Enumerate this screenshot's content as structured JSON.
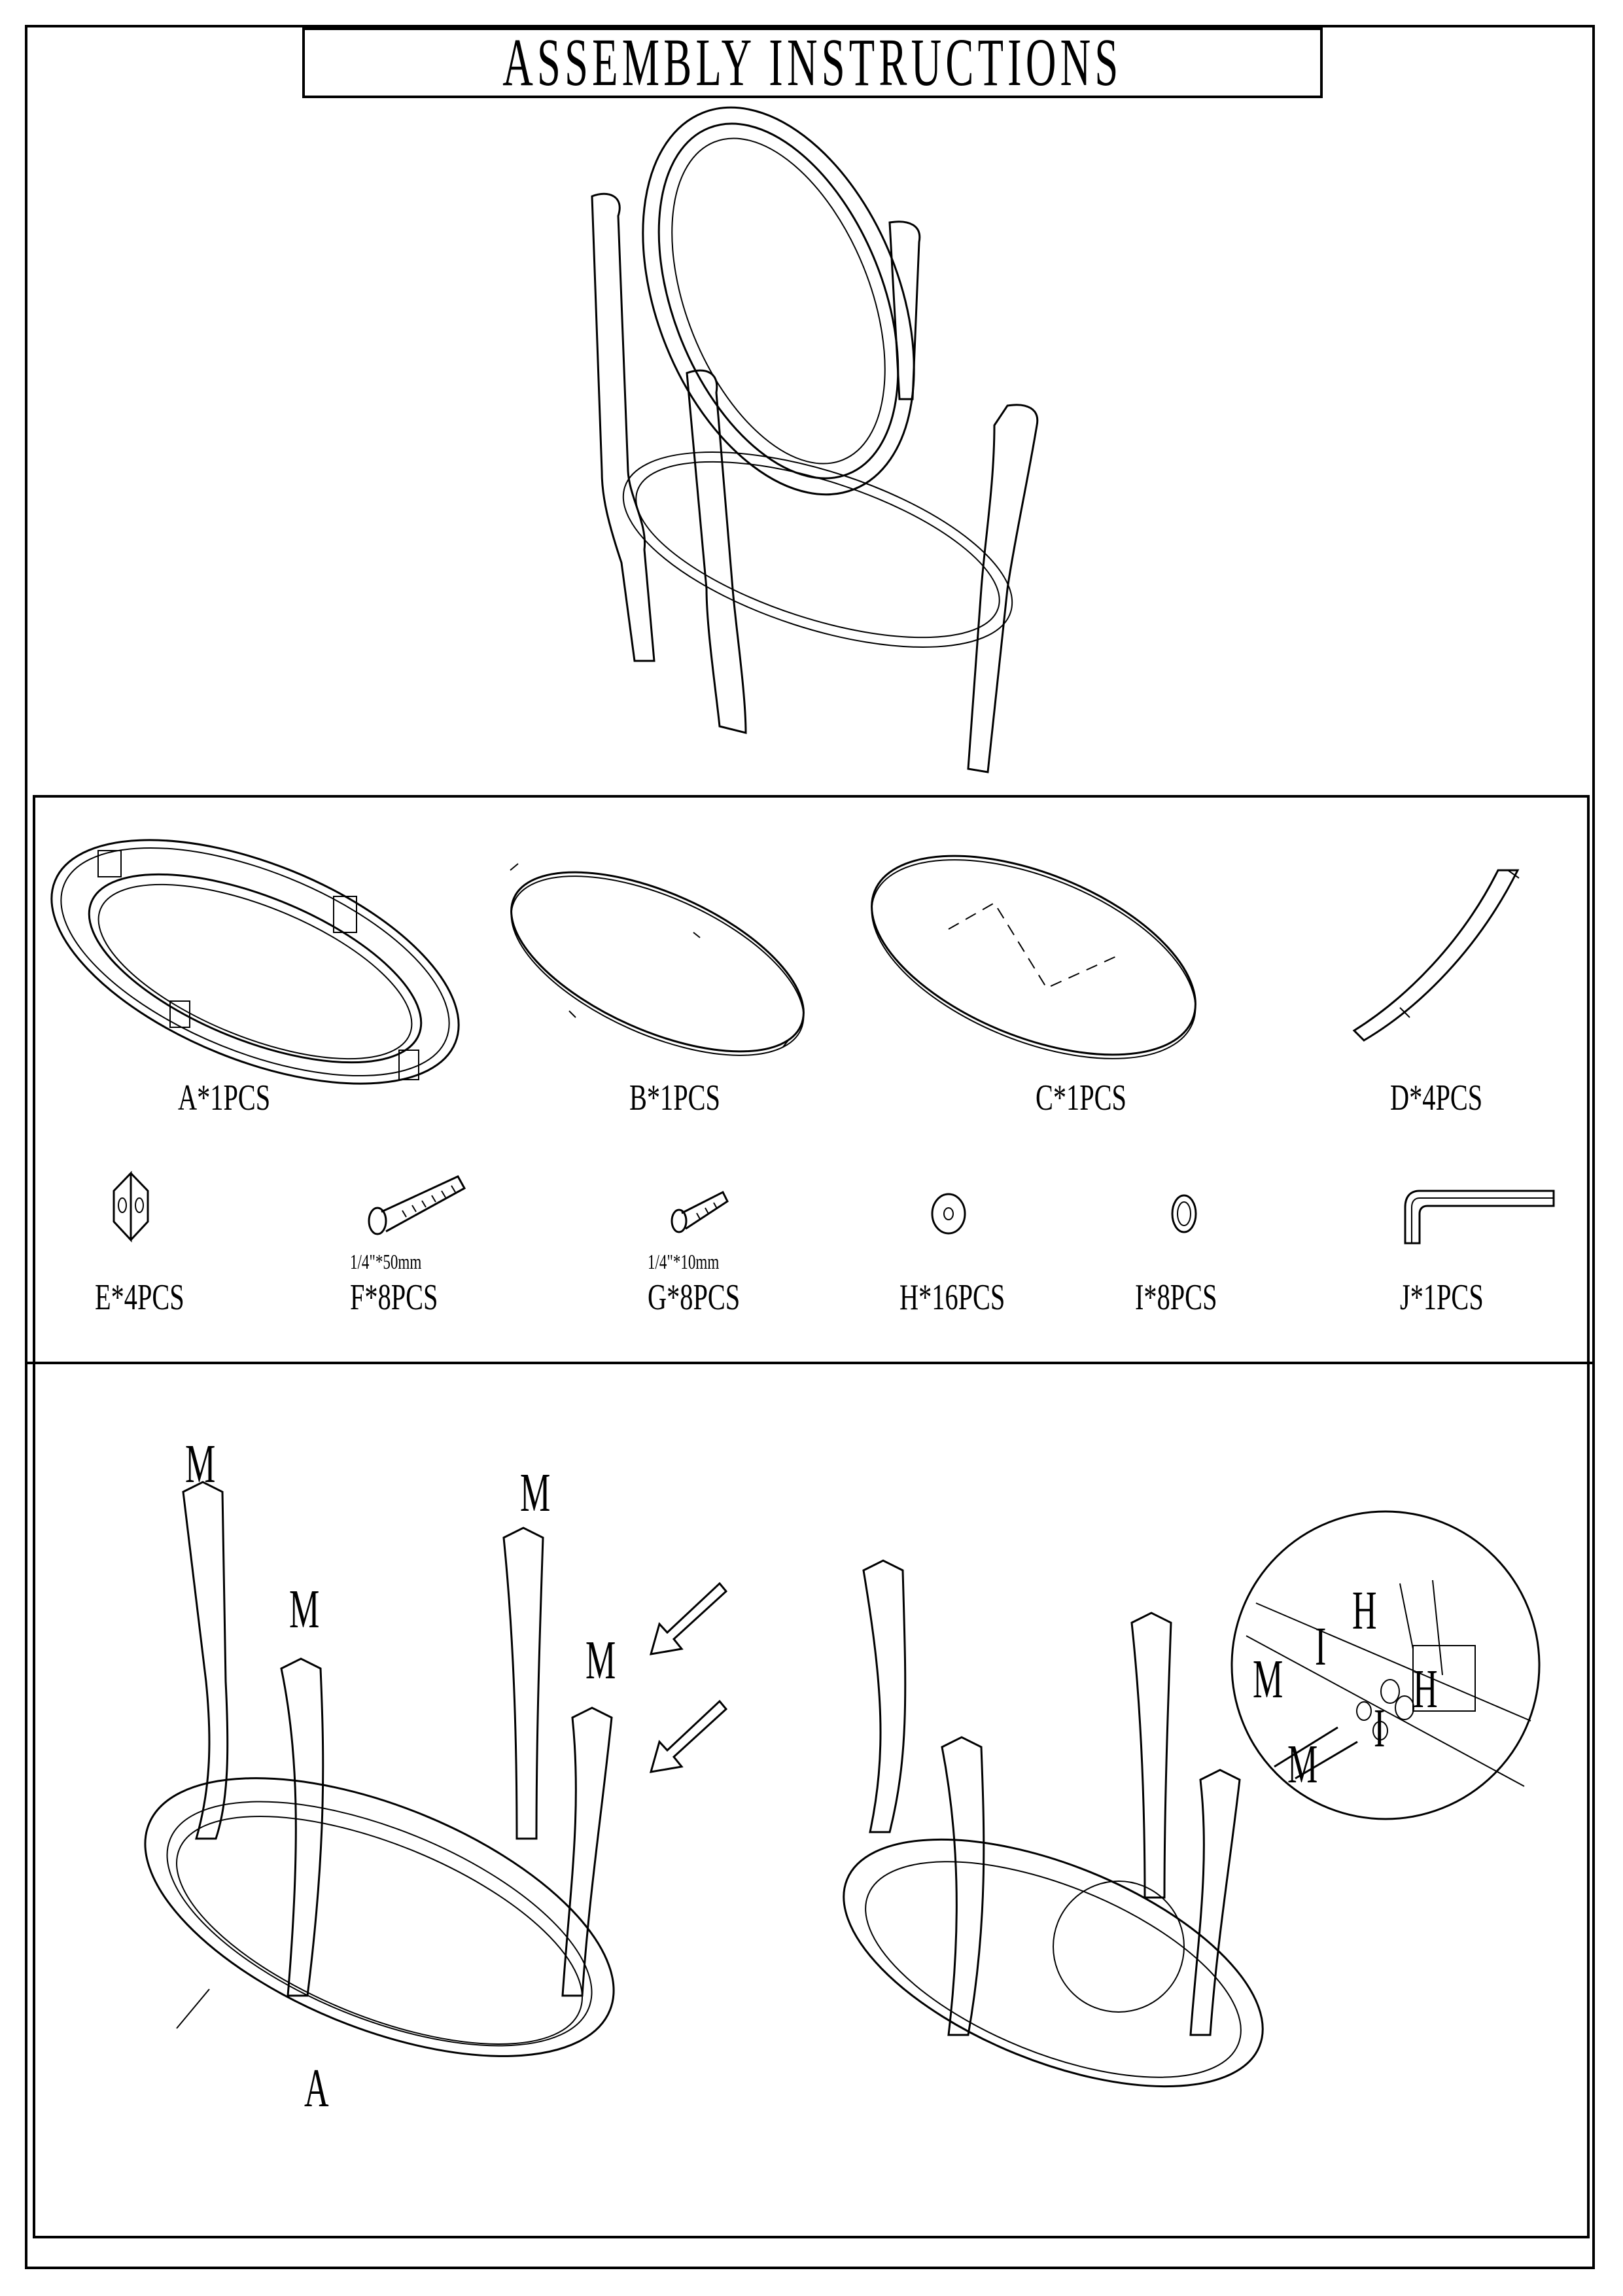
{
  "header": {
    "title": "ASSEMBLY INSTRUCTIONS"
  },
  "overview": {
    "description": "Oval end table with glass top, curved legs and lower shelf"
  },
  "parts": [
    {
      "id": "A",
      "label": "A*1PCS",
      "name": "oval table frame"
    },
    {
      "id": "B",
      "label": "B*1PCS",
      "name": "oval shelf panel"
    },
    {
      "id": "C",
      "label": "C*1PCS",
      "name": "oval glass top"
    },
    {
      "id": "D",
      "label": "D*4PCS",
      "name": "curved leg"
    },
    {
      "id": "E",
      "label": "E*4PCS",
      "name": "corner bracket"
    },
    {
      "id": "F",
      "label": "F*8PCS",
      "name": "long bolt",
      "size": "1/4\"*50mm"
    },
    {
      "id": "G",
      "label": "G*8PCS",
      "name": "short bolt",
      "size": "1/4\"*10mm"
    },
    {
      "id": "H",
      "label": "H*16PCS",
      "name": "flat washer"
    },
    {
      "id": "I",
      "label": "I*8PCS",
      "name": "spring washer"
    },
    {
      "id": "J",
      "label": "J*1PCS",
      "name": "allen key"
    }
  ],
  "step1": {
    "leg_labels": [
      "M",
      "M",
      "M",
      "M"
    ],
    "frame_label": "A"
  },
  "detail": {
    "callouts": {
      "h_top": "H",
      "i_top": "I",
      "m_left": "M",
      "h_right": "H",
      "i_bottom": "I",
      "m_bottom": "M"
    }
  }
}
